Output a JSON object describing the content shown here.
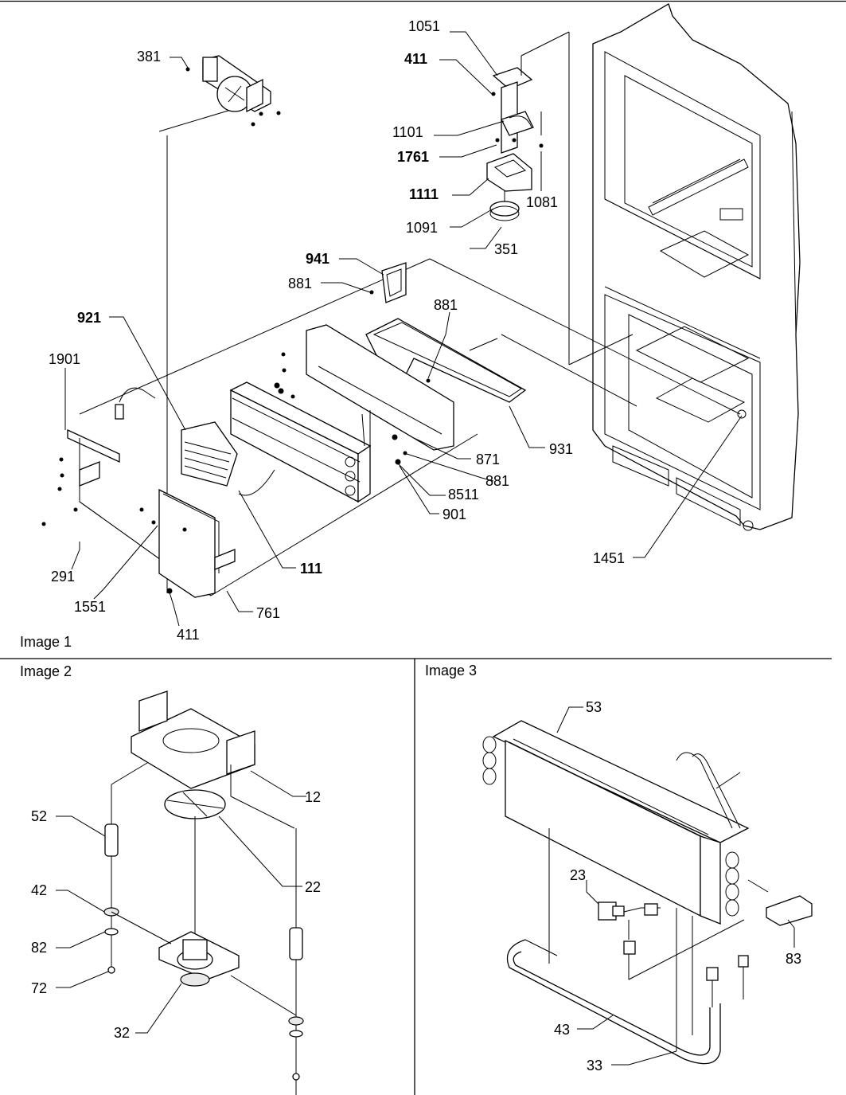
{
  "panels": [
    {
      "id": "image1",
      "caption": "Image 1"
    },
    {
      "id": "image2",
      "caption": "Image 2"
    },
    {
      "id": "image3",
      "caption": "Image 3"
    }
  ],
  "callouts": {
    "image1": [
      "1051",
      "411",
      "1101",
      "1761",
      "1111",
      "1081",
      "1091",
      "351",
      "381",
      "941",
      "881",
      "881",
      "921",
      "1901",
      "931",
      "871",
      "881",
      "8511",
      "901",
      "111",
      "291",
      "1551",
      "411",
      "761",
      "1451"
    ],
    "image2": [
      "12",
      "52",
      "22",
      "42",
      "82",
      "72",
      "32"
    ],
    "image3": [
      "53",
      "23",
      "83",
      "43",
      "33"
    ]
  }
}
